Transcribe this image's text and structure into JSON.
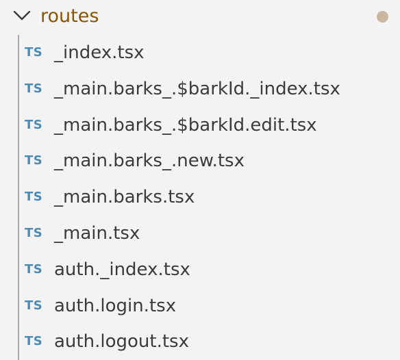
{
  "folder": {
    "name": "routes",
    "expanded": true,
    "chevron_icon": "chevron-down-icon",
    "has_modified_indicator": true
  },
  "files": [
    {
      "icon_text": "TS",
      "name": "_index.tsx"
    },
    {
      "icon_text": "TS",
      "name": "_main.barks_.$barkId._index.tsx"
    },
    {
      "icon_text": "TS",
      "name": "_main.barks_.$barkId.edit.tsx"
    },
    {
      "icon_text": "TS",
      "name": "_main.barks_.new.tsx"
    },
    {
      "icon_text": "TS",
      "name": "_main.barks.tsx"
    },
    {
      "icon_text": "TS",
      "name": "_main.tsx"
    },
    {
      "icon_text": "TS",
      "name": "auth._index.tsx"
    },
    {
      "icon_text": "TS",
      "name": "auth.login.tsx"
    },
    {
      "icon_text": "TS",
      "name": "auth.logout.tsx"
    }
  ],
  "colors": {
    "background": "#f3f3f3",
    "folder_label": "#895503",
    "file_label": "#3b3b3b",
    "ts_icon": "#4d8bb3",
    "modified_dot": "#c9b7a0",
    "indent_guide": "#a9a9a9",
    "chevron": "#3b3b3b"
  }
}
